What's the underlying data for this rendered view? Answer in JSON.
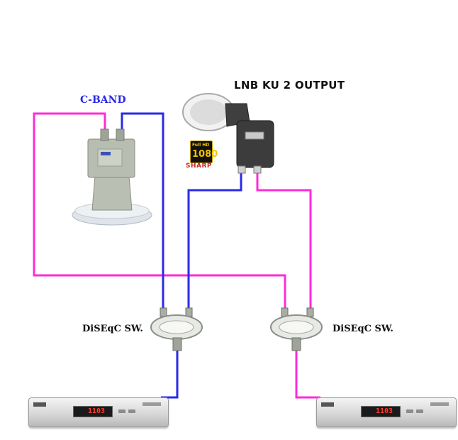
{
  "labels": {
    "lnb_ku": "LNB KU 2 OUTPUT",
    "c_band": "C-BAND",
    "switch_left": "DiSEqC SW.",
    "switch_right": "DiSEqC SW."
  },
  "ku_badge": {
    "top": "Full HD",
    "num": "1080"
  },
  "ku_brand": "SHARP",
  "receiver_display": {
    "left": "1103",
    "right": "1103"
  },
  "colors": {
    "blue_wire": "#2a2ae8",
    "magenta_wire": "#ff2bd8",
    "badge_gold": "#f3c300",
    "brand_red": "#d1261f"
  }
}
